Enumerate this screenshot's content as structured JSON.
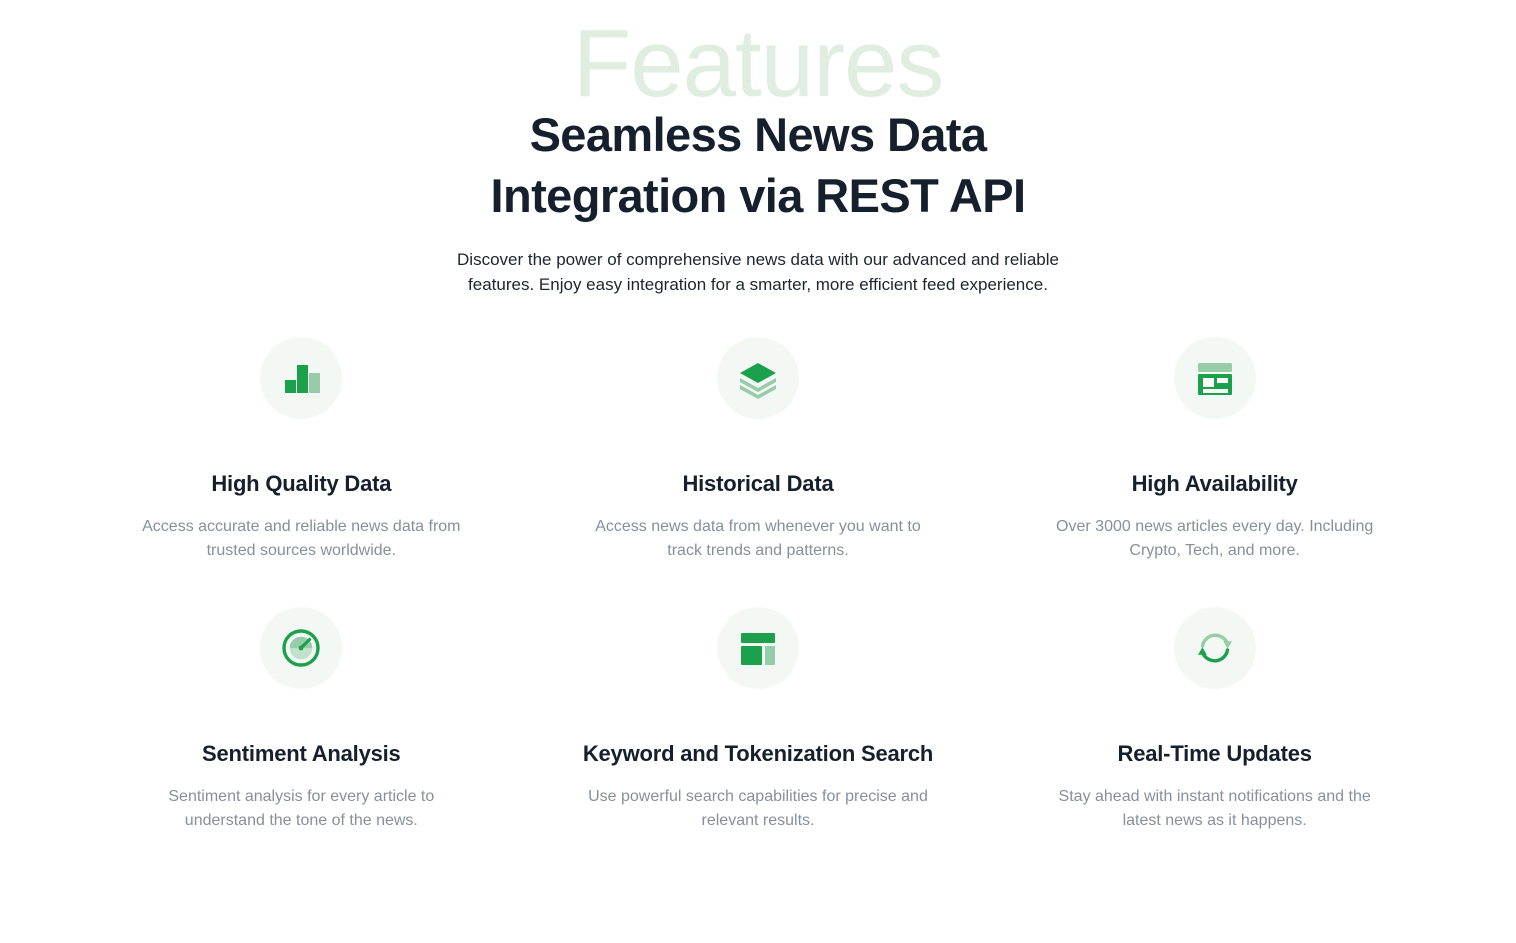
{
  "header": {
    "watermark": "Features",
    "headline_line1": "Seamless News Data",
    "headline_line2": "Integration via REST API",
    "subtitle_line1": "Discover the power of comprehensive news data with our advanced and reliable",
    "subtitle_line2": "features. Enjoy easy integration for a smarter, more efficient feed experience."
  },
  "colors": {
    "accent_green": "#1ba14c",
    "accent_green_light": "#96cda8",
    "icon_circle_bg": "#f4f8f4",
    "watermark": "#dfeee1",
    "heading": "#16202c",
    "body_text": "#888f9c",
    "page_bg": "#ffffff"
  },
  "features": [
    {
      "icon": "bar-chart-icon",
      "title": "High Quality Data",
      "desc_line1": "Access accurate and reliable news data from",
      "desc_line2": "trusted sources worldwide."
    },
    {
      "icon": "layers-icon",
      "title": "Historical Data",
      "desc_line1": "Access news data from whenever you want to",
      "desc_line2": "track trends and patterns."
    },
    {
      "icon": "news-card-icon",
      "title": "High Availability",
      "desc_line1": "Over 3000 news articles every day. Including",
      "desc_line2": "Crypto, Tech, and more."
    },
    {
      "icon": "gauge-icon",
      "title": "Sentiment Analysis",
      "desc_line1": "Sentiment analysis for every article to understand",
      "desc_line2": "the tone of the news."
    },
    {
      "icon": "layout-grid-icon",
      "title": "Keyword and Tokenization Search",
      "desc_line1": "Use powerful search capabilities for precise and",
      "desc_line2": "relevant results."
    },
    {
      "icon": "refresh-sync-icon",
      "title": "Real-Time Updates",
      "desc_line1": "Stay ahead with instant notifications and the",
      "desc_line2": "latest news as it happens."
    }
  ]
}
